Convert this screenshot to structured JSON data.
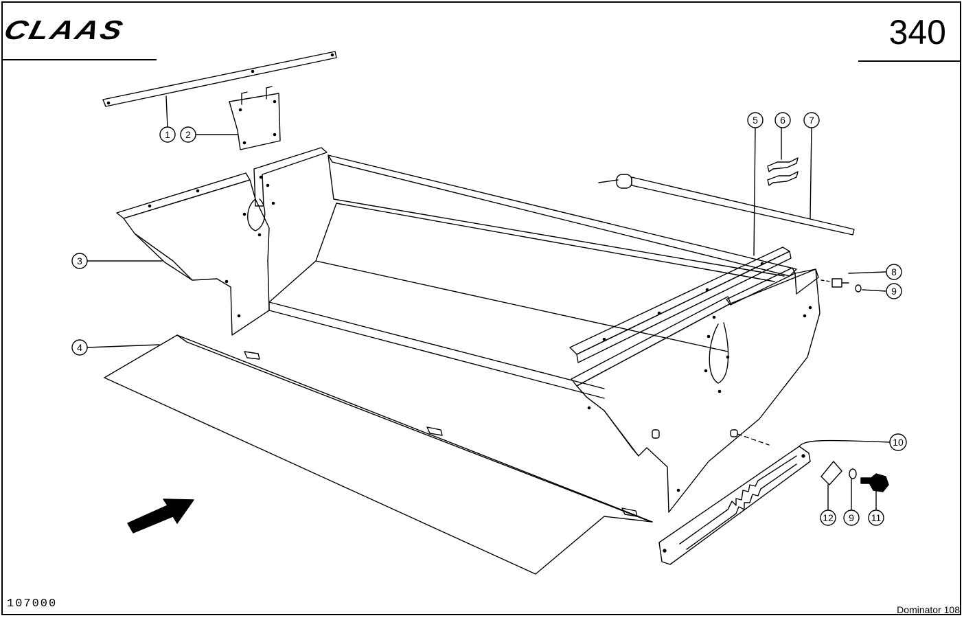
{
  "header": {
    "brand": "CLAAS",
    "page_number": "340"
  },
  "footer": {
    "drawing_number": "107000",
    "model": "Dominator 108"
  },
  "callouts": [
    {
      "id": "1",
      "label": "1"
    },
    {
      "id": "2",
      "label": "2"
    },
    {
      "id": "3",
      "label": "3"
    },
    {
      "id": "4",
      "label": "4"
    },
    {
      "id": "5",
      "label": "5"
    },
    {
      "id": "6",
      "label": "6"
    },
    {
      "id": "7",
      "label": "7"
    },
    {
      "id": "8",
      "label": "8"
    },
    {
      "id": "9a",
      "label": "9"
    },
    {
      "id": "10",
      "label": "10"
    },
    {
      "id": "12",
      "label": "12"
    },
    {
      "id": "9b",
      "label": "9"
    },
    {
      "id": "11",
      "label": "11"
    }
  ]
}
